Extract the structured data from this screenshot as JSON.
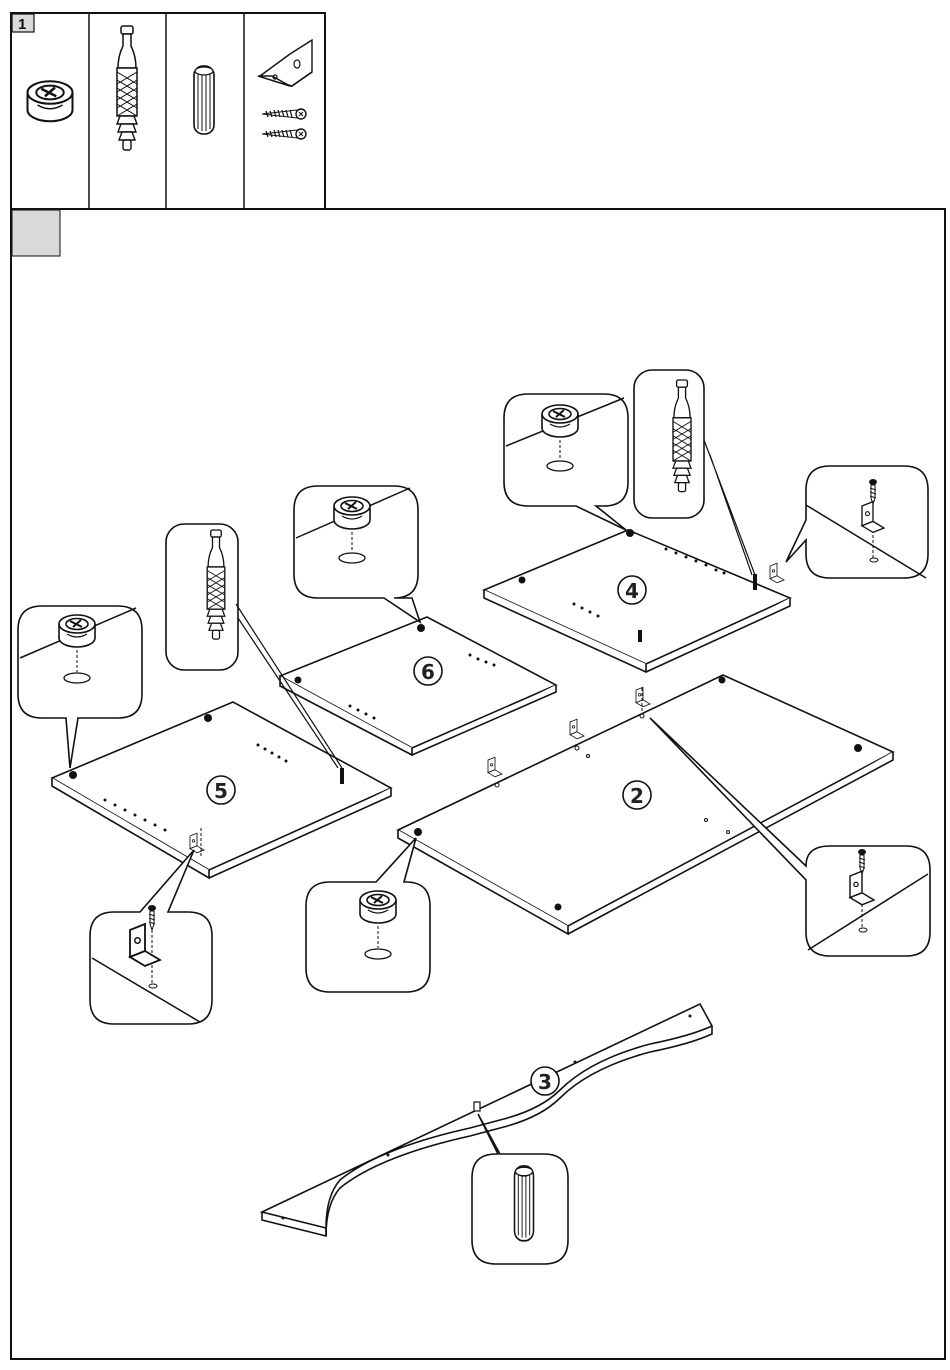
{
  "step": {
    "number": "1"
  },
  "hardware": {
    "items": [
      {
        "name": "cam-lock-icon"
      },
      {
        "name": "cam-bolt-icon"
      },
      {
        "name": "wooden-dowel-icon"
      },
      {
        "name": "angle-bracket-with-screws-icon"
      }
    ]
  },
  "panels": {
    "panel_2": {
      "label": "2"
    },
    "panel_3": {
      "label": "3"
    },
    "panel_4": {
      "label": "4"
    },
    "panel_5": {
      "label": "5"
    },
    "panel_6": {
      "label": "6"
    }
  },
  "colors": {
    "line": "#1a1a1a",
    "background": "#ffffff",
    "step_badge": "#d9d9d9"
  }
}
